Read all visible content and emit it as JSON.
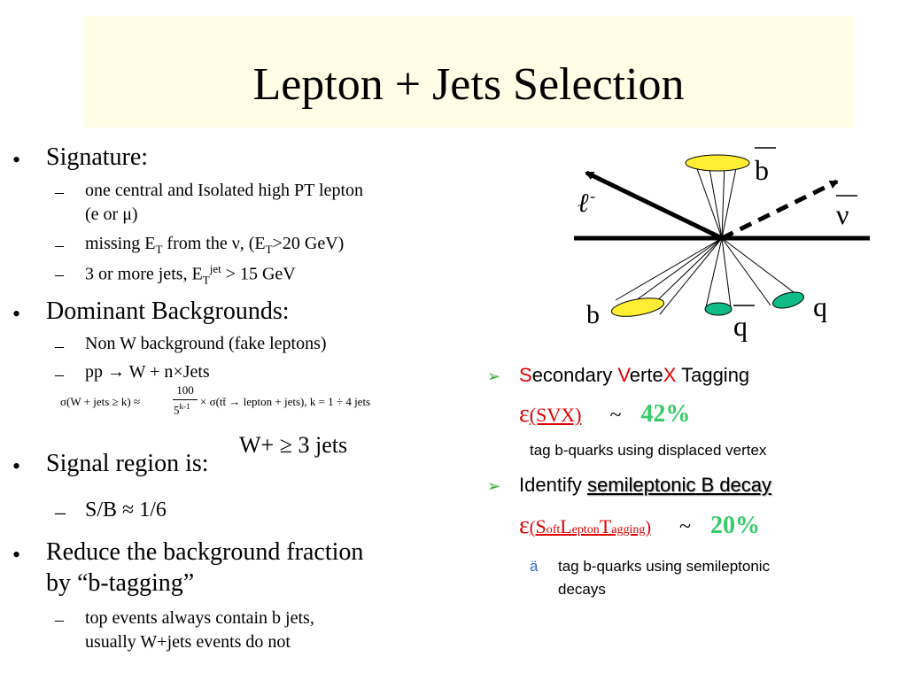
{
  "title": "Lepton + Jets Selection",
  "left": {
    "b1": "Signature:",
    "b1_s1_line1": "one central and Isolated high PT lepton",
    "b1_s1_line2": "(e or μ)",
    "b1_s2_a": "missing E",
    "b1_s2_sub": "T",
    "b1_s2_b": " from the ν, (E",
    "b1_s2_sub2": "T",
    "b1_s2_c": ">20 GeV)",
    "b1_s3_a": "3 or more jets, E",
    "b1_s3_sub": "T",
    "b1_s3_sup": "jet",
    "b1_s3_b": " > 15 GeV",
    "b2": "Dominant Backgrounds:",
    "b2_s1": "Non W background (fake leptons)",
    "b2_s2": "pp  → W + n×Jets",
    "formula_left": "σ(W + jets ≥ k) ≈",
    "formula_num": "100",
    "formula_den": "5",
    "formula_den_sup": "k-1",
    "formula_right": "× σ(tt̄ → lepton + jets),  k = 1 ÷ 4 jets",
    "wjets": "W+ ≥ 3 jets",
    "b3": "Signal region is:",
    "b3_s1": "S/B ≈ 1/6",
    "b4_line1": "Reduce the background fraction",
    "b4_line2": "by “b-tagging”",
    "b4_s1_line1": "top events always contain b jets,",
    "b4_s1_line2": "usually W+jets events do not"
  },
  "right": {
    "svx_s": "S",
    "svx_1": "econdary ",
    "svx_v": "V",
    "svx_2": "erte",
    "svx_x": "X",
    "svx_3": " Tagging",
    "eps1": "ε",
    "eps1_label": "(SVX)",
    "tilde": "~",
    "eff1": "42%",
    "svx_desc": "tag b-quarks using displaced vertex",
    "slt_a": "Identify ",
    "slt_b": "semileptonic B decay",
    "eps2": "ε",
    "slt_open": "(",
    "slt_S": "S",
    "slt_oft": "oft",
    "slt_L": "L",
    "slt_epton": "epton",
    "slt_T": "T",
    "slt_agging": "agging",
    "slt_close": ")",
    "eff2": "20%",
    "slt_bullet": "ä",
    "slt_desc_line1": "tag b-quarks using semileptonic",
    "slt_desc_line2": "decays"
  },
  "diagram": {
    "bbar": "b",
    "lepton": "ℓ",
    "lepton_sup": "-",
    "nubar": "ν",
    "b": "b",
    "qbar": "q",
    "q": "q",
    "colors": {
      "yellow": "#ffee33",
      "teal": "#11bb88"
    }
  }
}
